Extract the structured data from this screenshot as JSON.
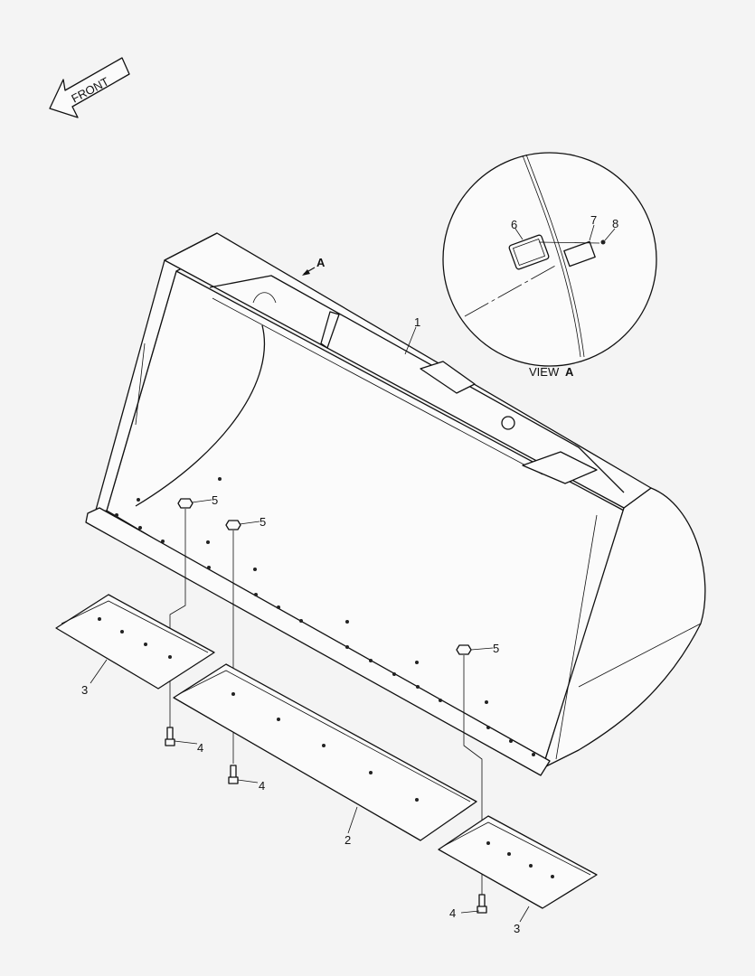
{
  "front_arrow": {
    "label": "FRONT"
  },
  "section_arrow": {
    "label": "A"
  },
  "detail_view": {
    "label": "VIEW",
    "letter": "A"
  },
  "callouts": [
    {
      "number": "1"
    },
    {
      "number": "2"
    },
    {
      "number": "3"
    },
    {
      "number": "3"
    },
    {
      "number": "4"
    },
    {
      "number": "4"
    },
    {
      "number": "4"
    },
    {
      "number": "5"
    },
    {
      "number": "5"
    },
    {
      "number": "5"
    },
    {
      "number": "6"
    },
    {
      "number": "7"
    },
    {
      "number": "8"
    }
  ]
}
